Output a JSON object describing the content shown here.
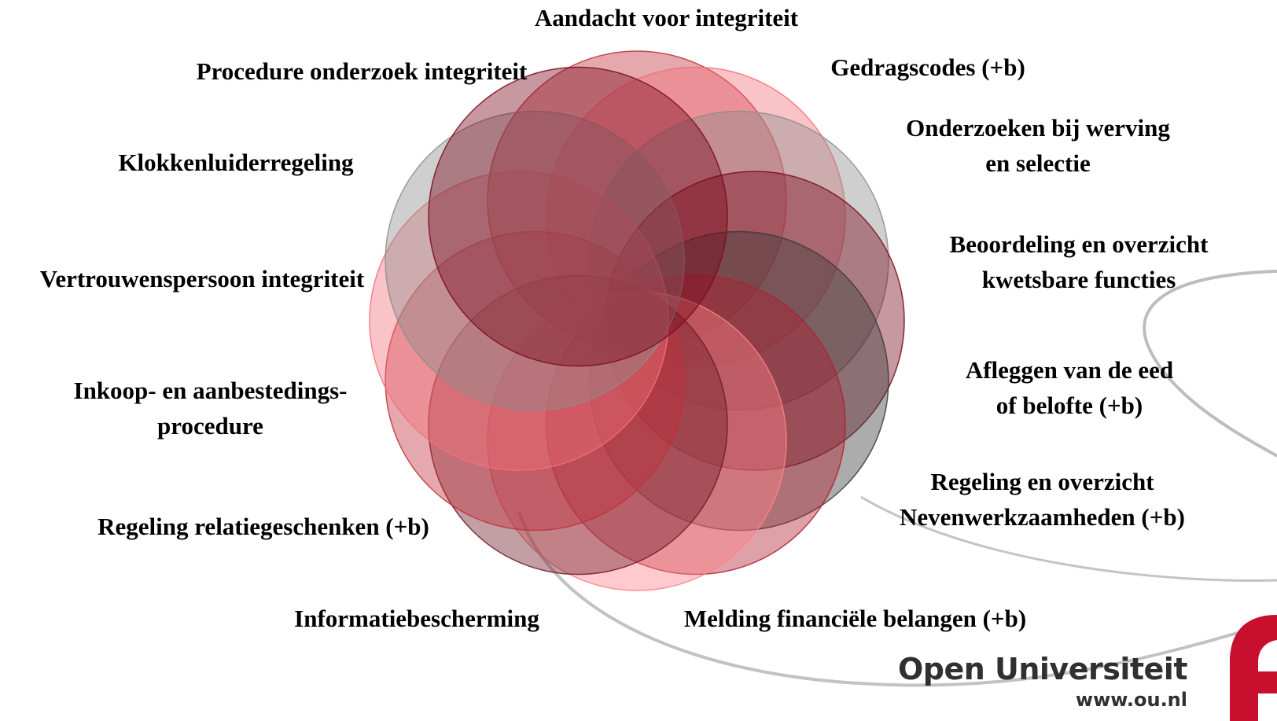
{
  "diagram": {
    "labels": {
      "top": "Aandacht voor integriteit",
      "procedure_onderzoek": "Procedure onderzoek integriteit",
      "gedragscodes": "Gedragscodes (+b)",
      "klokkenluider": "Klokkenluiderregeling",
      "werving_line1": "Onderzoeken bij werving",
      "werving_line2": "en selectie",
      "vertrouwenspersoon": "Vertrouwenspersoon integriteit",
      "beoordeling_line1": "Beoordeling en overzicht",
      "beoordeling_line2": "kwetsbare functies",
      "eed_line1": "Afleggen van de eed",
      "eed_line2": "of belofte (+b)",
      "inkoop_line1": "Inkoop- en aanbestedings-",
      "inkoop_line2": "procedure",
      "nevenwerk_line1": "Regeling en overzicht",
      "nevenwerk_line2": "Nevenwerkzaamheden (+b)",
      "relatiegeschenken": "Regeling relatiegeschenken (+b)",
      "informatiebescherming": "Informatiebescherming",
      "financiele_belangen": "Melding financiële belangen (+b)"
    },
    "petal_colors": [
      "#c0303c",
      "#f2707a",
      "#8c8c8c",
      "#7a0a1c",
      "#3a3a3a",
      "#b02030",
      "#ff8088",
      "#6e1a26"
    ]
  },
  "brand": {
    "name": "Open Universiteit",
    "url": "www.ou.nl",
    "color": "#c8102e"
  }
}
